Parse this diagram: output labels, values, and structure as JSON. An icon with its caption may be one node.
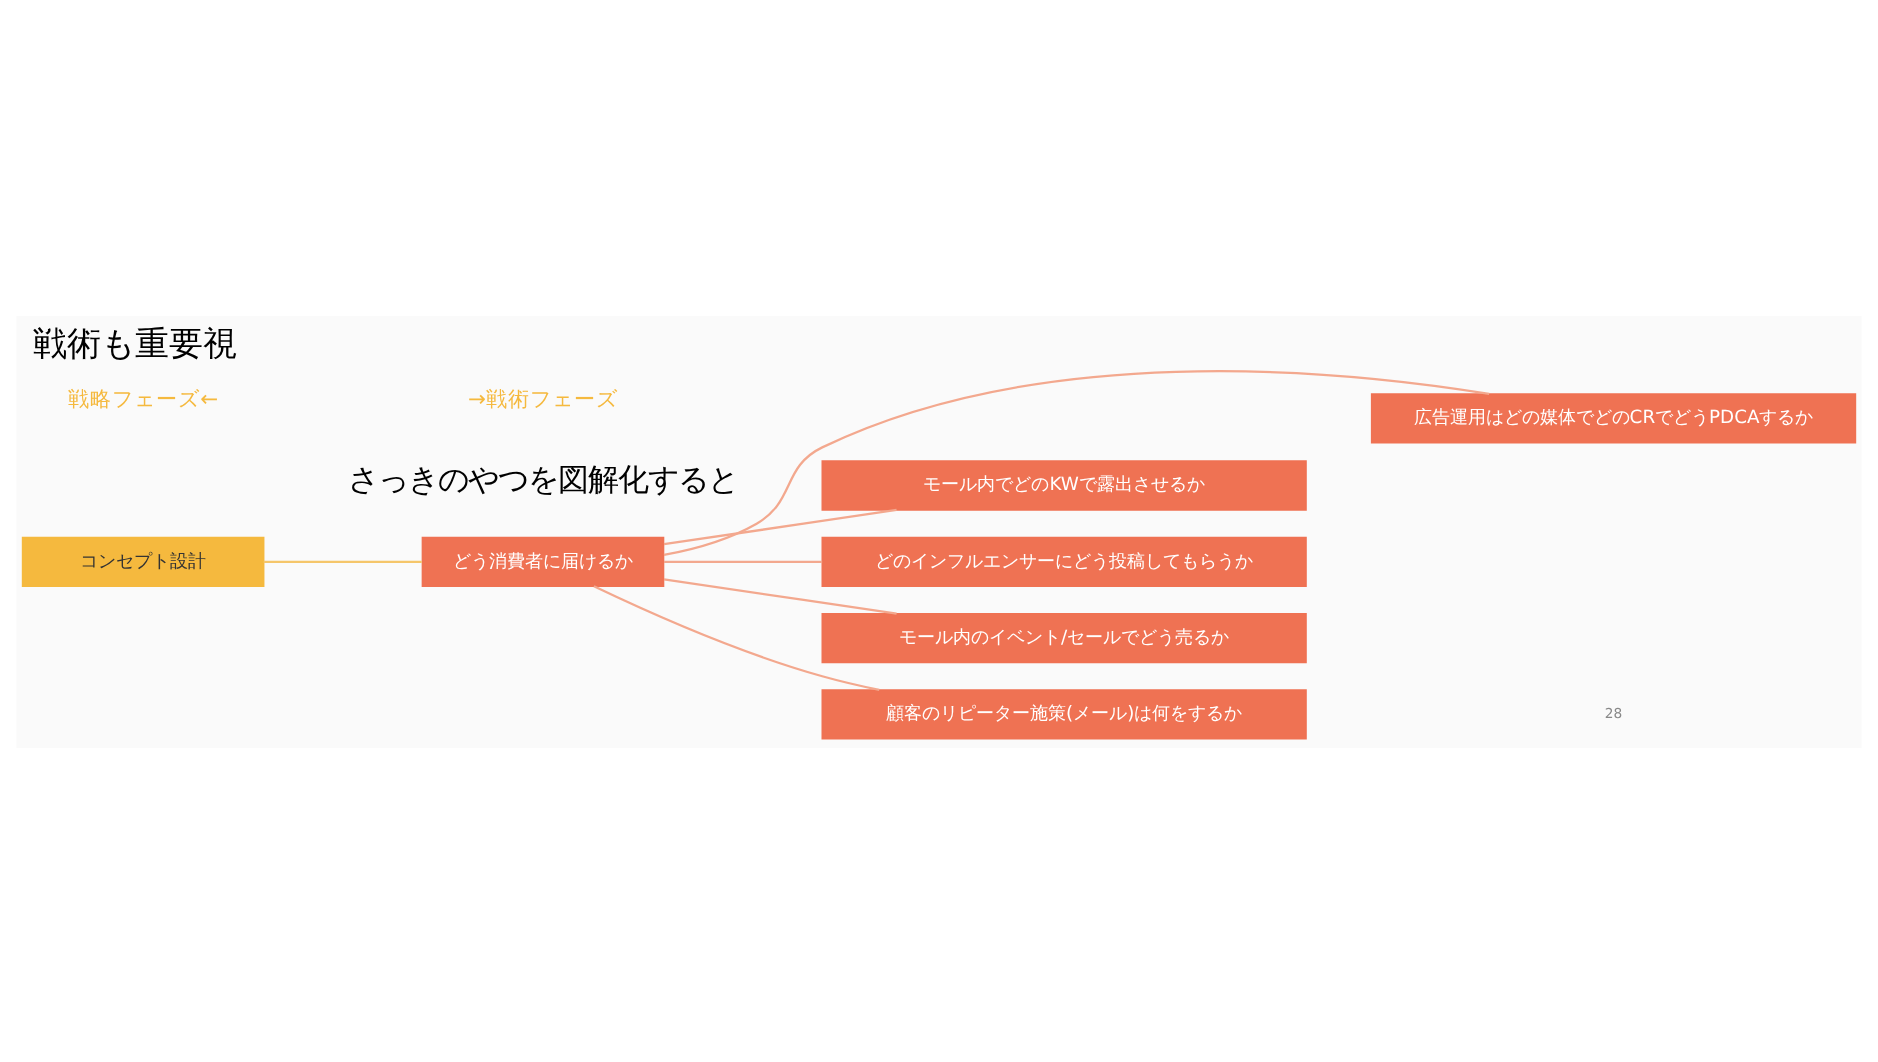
{
  "diagram": {
    "title": "戦術も重要視",
    "caption": "さっきのやつを図解化すると",
    "nodes": [
      {
        "text": [
          "コンセプト設計"
        ]
      },
      {
        "text": [
          "どう消費者に届けるか"
        ]
      },
      {
        "text": [
          "広告運用はどの媒体でどのCRでどうPDCAするか"
        ]
      },
      {
        "text": [
          "モール内でどのKWで露出させるか"
        ]
      },
      {
        "text": [
          "どのインフルエンサーにどう投稿してもらうか"
        ]
      },
      {
        "text": [
          "モール内のイベント/セールでどう売るか"
        ]
      },
      {
        "text": [
          "顧客のリピーター施策(メール)は何をするか"
        ]
      }
    ],
    "edges": [
      {
        "from": 0,
        "to": 1,
        "arrow": "none",
        "color": "#f5c66a"
      },
      {
        "from": 1,
        "to": 2,
        "arrow": "none"
      },
      {
        "from": 1,
        "to": 3,
        "arrow": "none"
      },
      {
        "from": 1,
        "to": 4,
        "arrow": "none"
      },
      {
        "from": 1,
        "to": 5,
        "arrow": "none"
      },
      {
        "from": 1,
        "to": 6,
        "arrow": "none"
      }
    ],
    "labels": [
      "戦略フェーズ←",
      "→戦術フェーズ",
      "28"
    ]
  }
}
